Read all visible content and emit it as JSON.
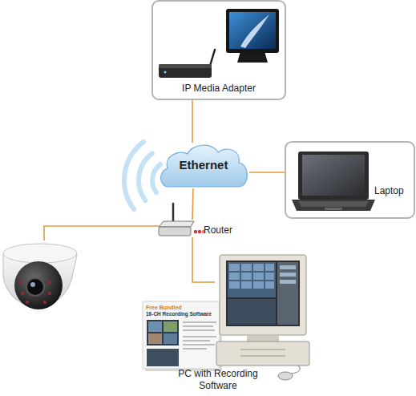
{
  "diagram": {
    "nodes": [
      {
        "text": [
          "IP Media Adapter"
        ]
      },
      {
        "text": [
          "Ethernet"
        ]
      },
      {
        "text": [
          "Laptop"
        ]
      },
      {
        "text": [
          "Router"
        ]
      },
      {
        "text": [
          "PC with Recording Software"
        ]
      }
    ],
    "edges": [
      {
        "from": 0,
        "to": 1,
        "arrow": "none"
      },
      {
        "from": 1,
        "to": 2,
        "arrow": "none"
      },
      {
        "from": 1,
        "to": 3,
        "arrow": "none"
      },
      {
        "from": 3,
        "to": 4,
        "arrow": "none"
      }
    ],
    "labels": [
      "Free Bundled",
      "16-CH Recording Software"
    ]
  }
}
